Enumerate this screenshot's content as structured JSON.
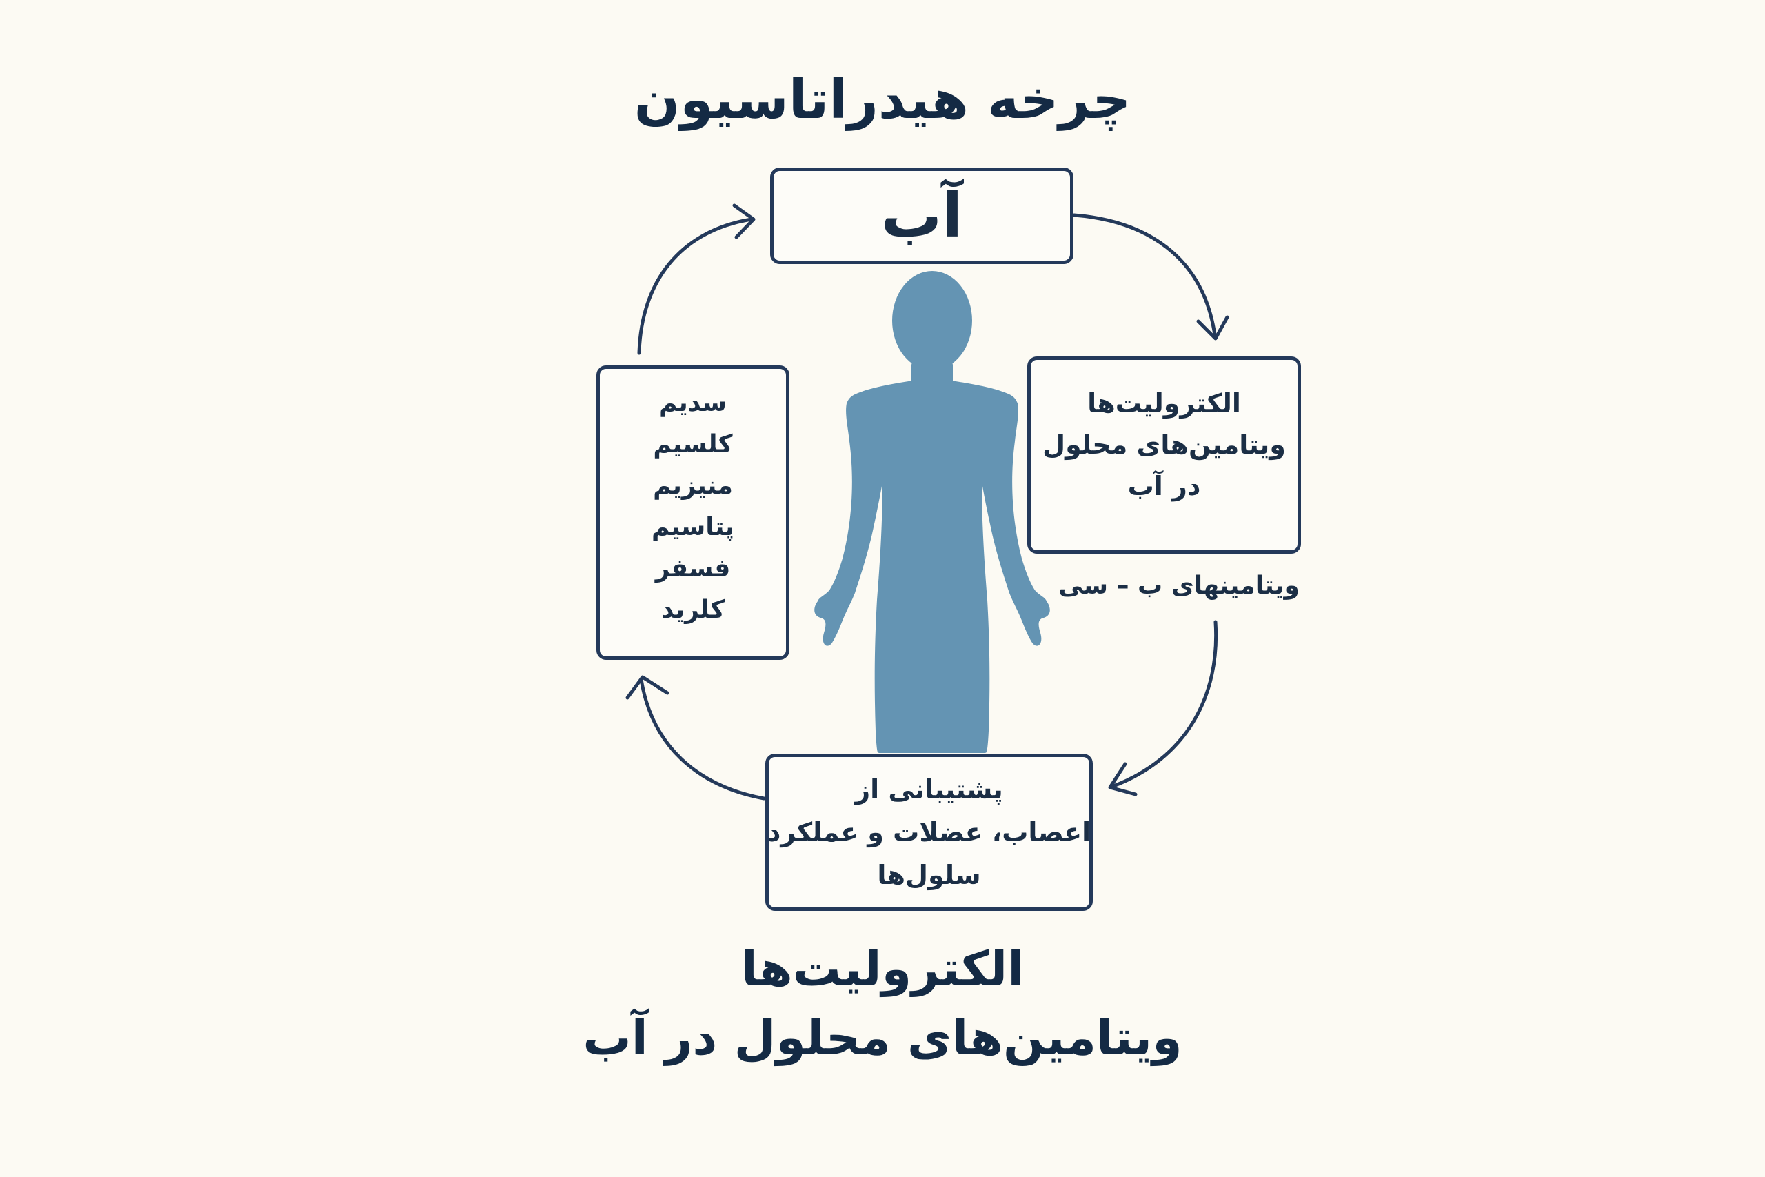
{
  "title": "چرخه  هیدراتاسیون",
  "boxes": {
    "water": "آب",
    "right": {
      "lines": [
        "الکترولیت‌ها",
        "ویتامین‌های محلول",
        "در آب"
      ],
      "caption": "ویتامینهای ب – سی"
    },
    "bottom": {
      "lines": [
        "پشتیبانی از",
        "اعصاب، عضلات و عملکرد",
        "سلول‌ها"
      ]
    },
    "left": {
      "lines": [
        "سدیم",
        "کلسیم",
        "منیزیم",
        "پتاسیم",
        "فسفر",
        "کلرید"
      ]
    }
  },
  "footer": {
    "line1": "الکترولیت‌ها",
    "line2": "ویتامین‌های محلول  در آب"
  },
  "colors": {
    "background": "#fcfaf3",
    "ink": "#1b2e45",
    "body_figure": "#6494b3",
    "arrow": "#24395a"
  },
  "icons": [
    "human-body-silhouette",
    "cycle-arrow"
  ]
}
